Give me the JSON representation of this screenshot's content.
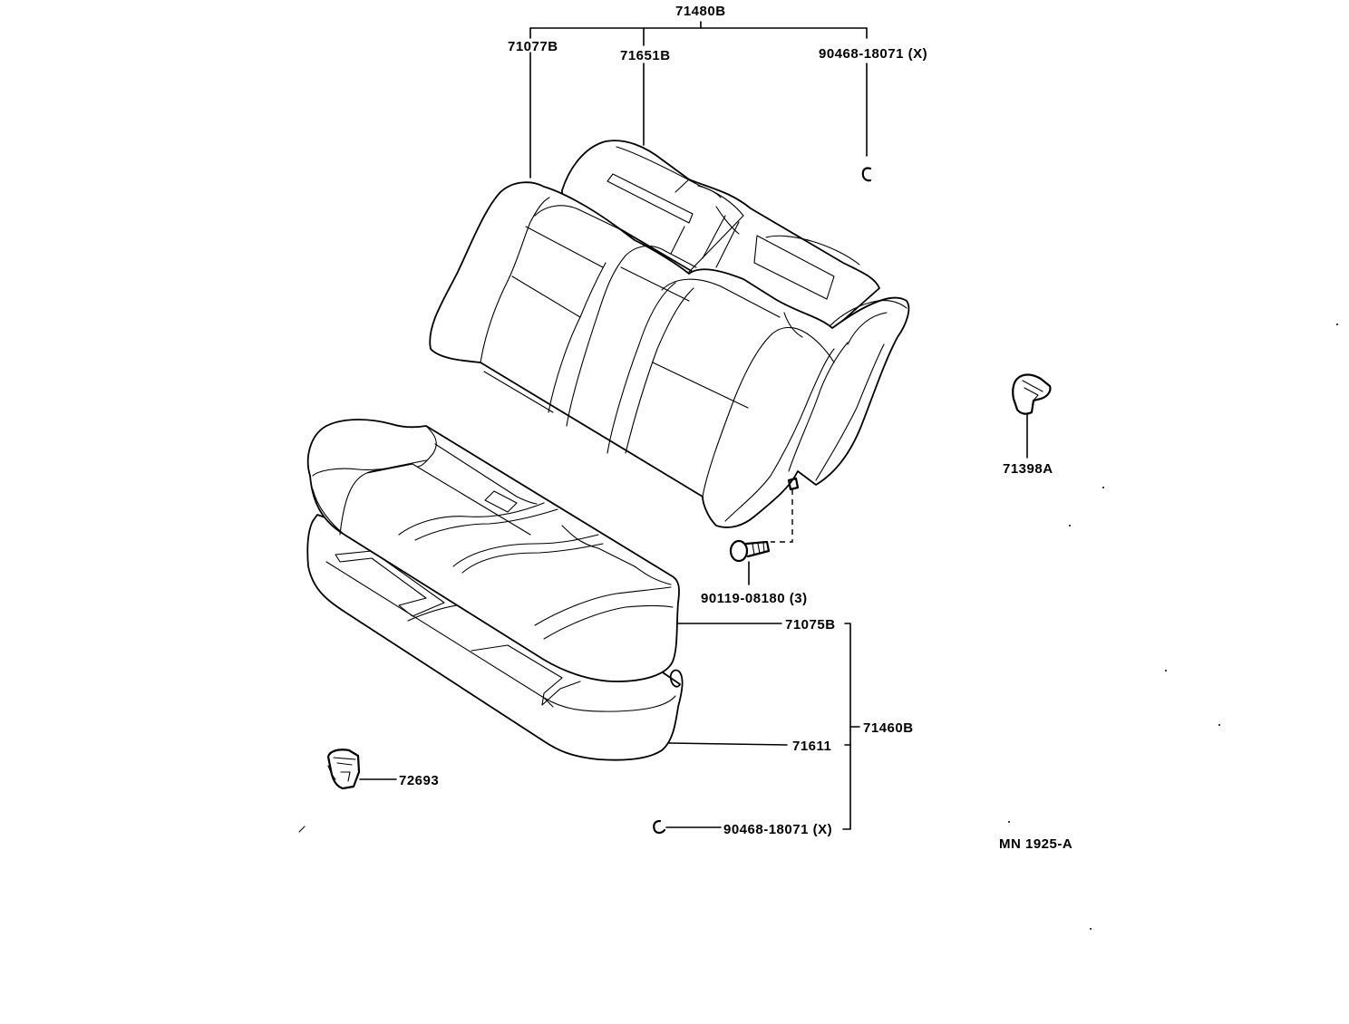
{
  "parts": {
    "seatback_assembly": "71480B",
    "seatback_cover": "71077B",
    "seatback_pad": "71651B",
    "hog_ring_top": "90468-18071 (X)",
    "bracket_part": "71398A",
    "bolt": "90119-08180 (3)",
    "cushion_cover": "71075B",
    "cushion_assembly": "71460B",
    "cushion_pad": "71611",
    "hog_ring_bottom": "90468-18071 (X)",
    "clip": "72693"
  },
  "diagram_code": "MN 1925-A"
}
